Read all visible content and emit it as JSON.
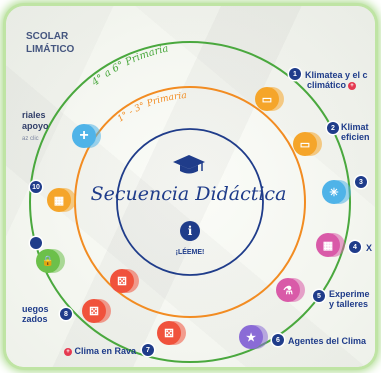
{
  "header": {
    "line1": "SCOLAR",
    "line2": "LIMÁTICO"
  },
  "left_side": {
    "line1": "riales",
    "line2": "apoyo",
    "hint": "az clic"
  },
  "rings": {
    "outer_label": "4° a 6° Primaria",
    "inner_label": "1° - 3° Primaria",
    "outer_color": "#4aa83e",
    "inner_color": "#f28c22",
    "center_color": "#1f3c8a"
  },
  "center": {
    "title": "Secuencia Didáctica",
    "info_glyph": "i",
    "leeme": "¡LÉEME!"
  },
  "items": [
    {
      "num": "1",
      "line1": "Klimatea y el c",
      "line2": "climático",
      "flag": "+"
    },
    {
      "num": "2",
      "line1": "Klimat",
      "line2": "eficien"
    },
    {
      "num": "3"
    },
    {
      "num": "4",
      "line1": "X"
    },
    {
      "num": "5",
      "line1": "Experime",
      "line2": "y talleres"
    },
    {
      "num": "6",
      "line1": "Agentes del Clima"
    },
    {
      "num": "7",
      "line1": "Clima en Rava",
      "flag": "+"
    },
    {
      "num": "8",
      "line1": "uegos",
      "line2": "zados"
    },
    {
      "num": "10"
    }
  ],
  "icons": [
    {
      "name": "screen-icon",
      "color": "#f5a52a",
      "glyph": "▭"
    },
    {
      "name": "screen-icon",
      "color": "#f5a52a",
      "glyph": "▭"
    },
    {
      "name": "pointer-icon",
      "color": "#4fb3e8",
      "glyph": "✳"
    },
    {
      "name": "grid-icon",
      "color": "#d95aa8",
      "glyph": "▦"
    },
    {
      "name": "flask-icon",
      "color": "#d95aa8",
      "glyph": "⚗"
    },
    {
      "name": "star-icon",
      "color": "#8a6bd6",
      "glyph": "★"
    },
    {
      "name": "dice-icon",
      "color": "#f0523c",
      "glyph": "⚄"
    },
    {
      "name": "dice-icon",
      "color": "#f0523c",
      "glyph": "⚄"
    },
    {
      "name": "dice-icon",
      "color": "#f0523c",
      "glyph": "⚄"
    },
    {
      "name": "plus-icon",
      "color": "#4fb3e8",
      "glyph": "+"
    },
    {
      "name": "calendar-icon",
      "color": "#f5a52a",
      "glyph": "▦"
    },
    {
      "name": "lock-icon",
      "color": "#6cc04a",
      "glyph": "🔒"
    }
  ]
}
